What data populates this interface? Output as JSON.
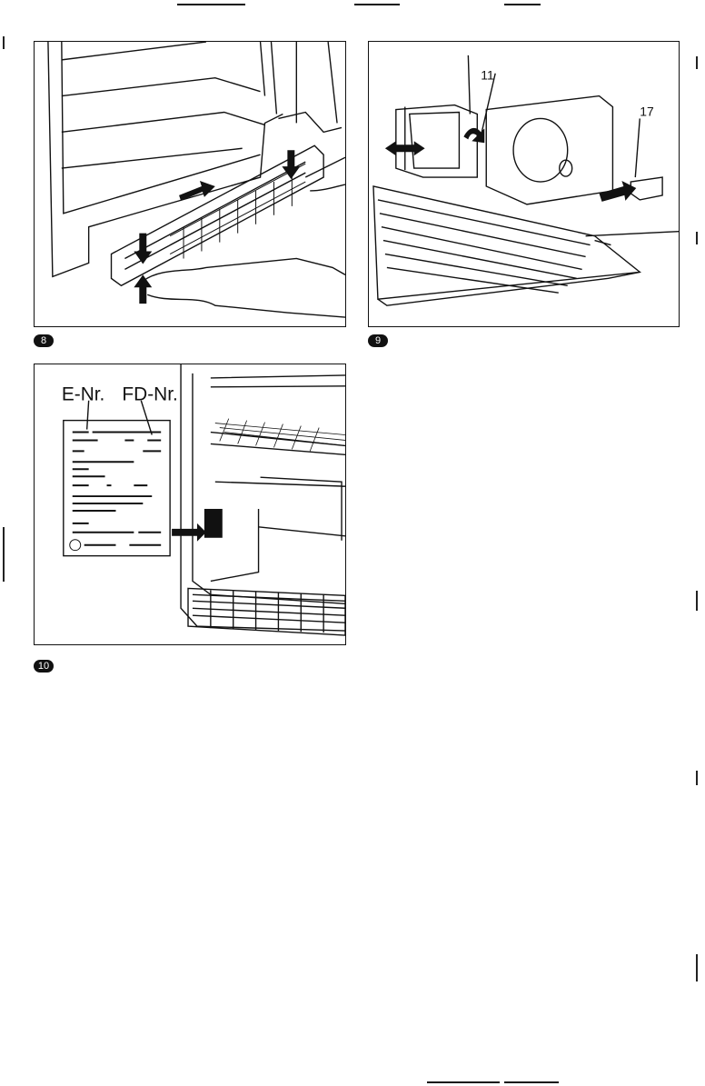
{
  "figures": [
    {
      "number": "8"
    },
    {
      "number": "9",
      "callouts": [
        "11",
        "17"
      ]
    },
    {
      "number": "10",
      "labels": [
        "E-Nr.",
        "FD-Nr."
      ]
    }
  ]
}
